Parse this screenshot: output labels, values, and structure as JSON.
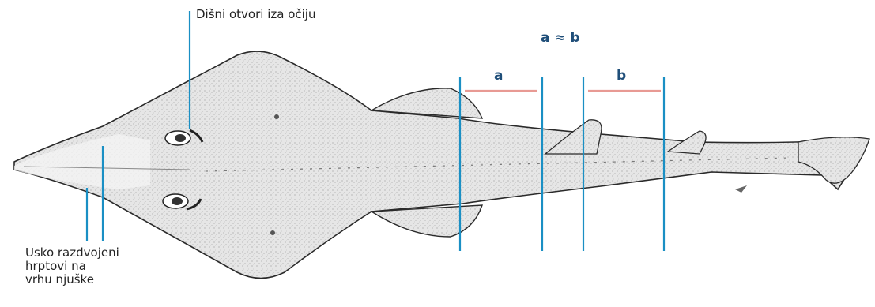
{
  "labels": {
    "spiracles": "Dišni otvori iza očiju",
    "ridges": [
      "Usko razdvojeni",
      "hrptovi na",
      "vrhu njuške"
    ],
    "equation": "a ≈ b",
    "a": "a",
    "b": "b"
  },
  "colors": {
    "guide_line": "#1a8fc4",
    "measure_bar": "#e89a94",
    "text_bold": "#1f4e79",
    "body_fill": "#e2e2e2",
    "outline": "#2a2a2a"
  },
  "icons": {
    "illustration": "guitarfish-dorsal-view"
  }
}
